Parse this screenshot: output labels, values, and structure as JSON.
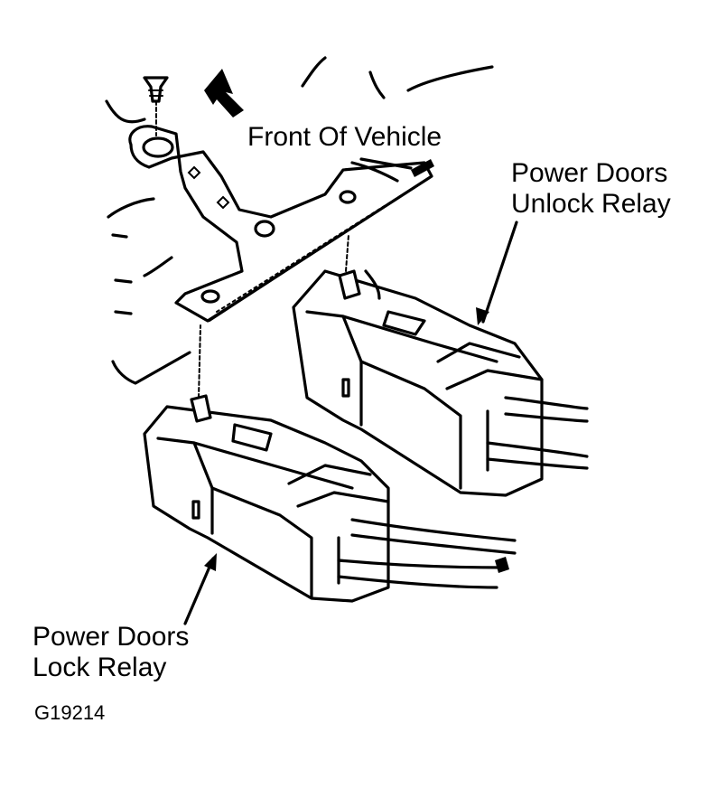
{
  "labels": {
    "front": "Front Of Vehicle",
    "unlock_line1": "Power Doors",
    "unlock_line2": "Unlock Relay",
    "lock_line1": "Power Doors",
    "lock_line2": "Lock Relay",
    "figure_id": "G19214"
  }
}
